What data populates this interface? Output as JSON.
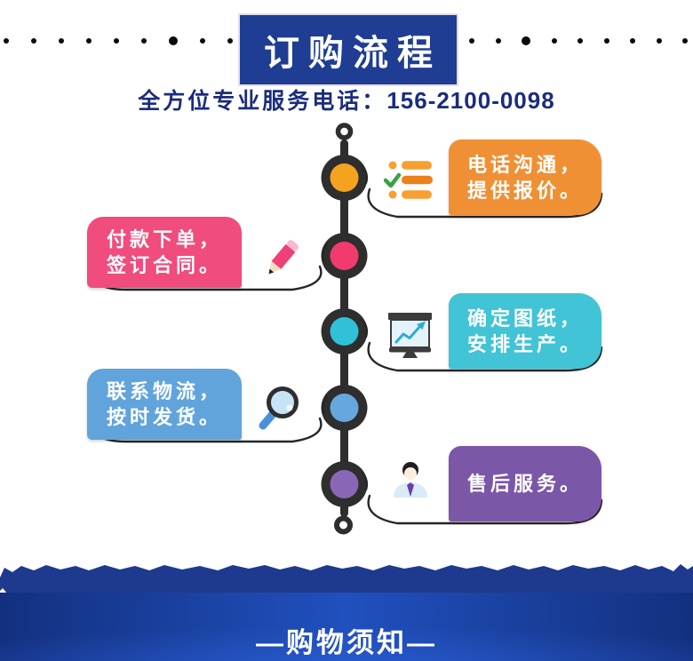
{
  "header": {
    "title": "订购流程",
    "banner_color": "#1F3D92",
    "phone_label": "全方位专业服务电话：",
    "phone_number": "156-2100-0098",
    "text_color": "#1B2C7E"
  },
  "process": {
    "timeline_color": "#2E2E2E",
    "steps": [
      {
        "name": "step-1-quote",
        "side": "right",
        "lines": [
          "电话沟通，",
          "提供报价。"
        ],
        "box_color": "#F09035",
        "dot_color": "#F5A31F",
        "icon": "checklist-icon"
      },
      {
        "name": "step-2-order",
        "side": "left",
        "lines": [
          "付款下单，",
          "签订合同。"
        ],
        "box_color": "#F04C7D",
        "dot_color": "#F23A6E",
        "icon": "pencil-icon"
      },
      {
        "name": "step-3-production",
        "side": "right",
        "lines": [
          "确定图纸，",
          "安排生产。"
        ],
        "box_color": "#41C4D5",
        "dot_color": "#30C1D8",
        "icon": "presentation-icon"
      },
      {
        "name": "step-4-shipping",
        "side": "left",
        "lines": [
          "联系物流，",
          "按时发货。"
        ],
        "box_color": "#61A4DC",
        "dot_color": "#66A7DE",
        "icon": "magnifier-icon"
      },
      {
        "name": "step-5-aftersales",
        "side": "right",
        "lines": [
          "售后服务。"
        ],
        "box_color": "#7B57A7",
        "dot_color": "#8A67B6",
        "icon": "person-icon"
      }
    ]
  },
  "footer": {
    "banner_text": "—购物须知—",
    "band_color": "#1D3A8E",
    "panel_gradient": [
      "#13307F",
      "#2050BE"
    ]
  }
}
